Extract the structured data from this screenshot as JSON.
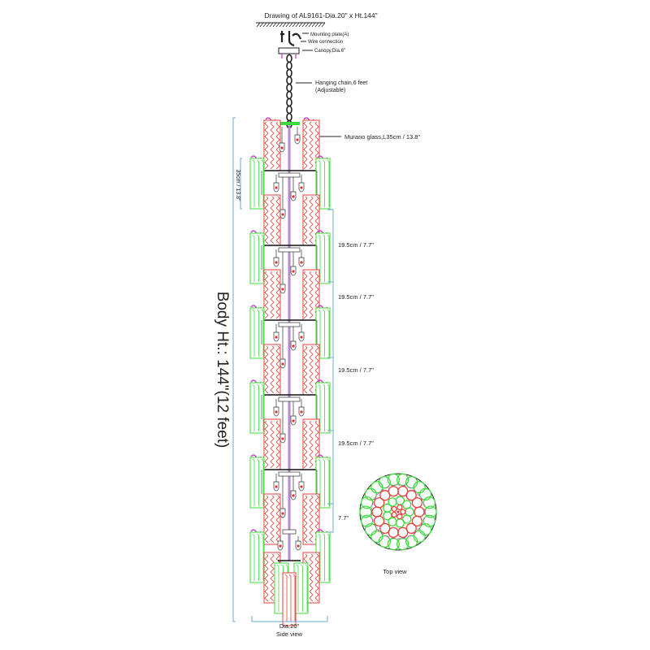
{
  "title": "Drawing of AL9161-Dia.20\" x Ht.144\"",
  "labels": {
    "mounting_plate": "Mounting plate(A)",
    "wire_connection": "Wire connection",
    "canopy": "Canopy,Dia.6\"",
    "chain": "Hanging chain,6 feet",
    "chain_note": "(Adjustable)",
    "glass": "Murano glass,L35cm / 13.8\"",
    "glass_length": "35cm / 13.8\"",
    "body_height": "Body Ht.: 144\"(12 feet)",
    "diameter": "Dia.20\"",
    "side_view": "Side view",
    "top_view": "Top view"
  },
  "tier_spacing": [
    "19.5cm / 7.7\"",
    "19.5cm / 7.7\"",
    "19.5cm / 7.7\"",
    "19.5cm / 7.7\"",
    "7.7\""
  ],
  "colors": {
    "red_glass": "#e8403a",
    "green_glass": "#3ddc3d",
    "hook": "#cc33cc",
    "dimension": "#6aaad8",
    "rod": "#b58ad0"
  }
}
